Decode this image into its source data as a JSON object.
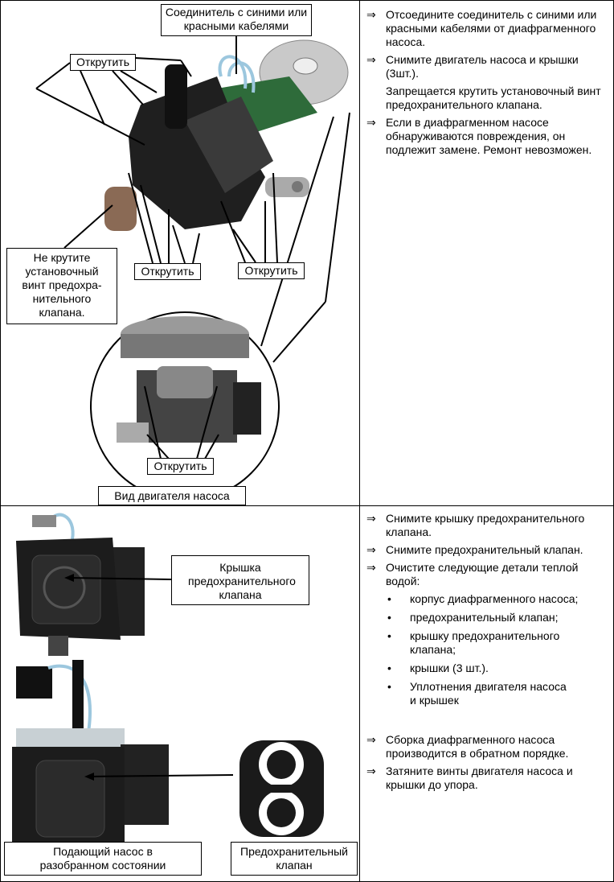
{
  "top": {
    "labels": {
      "connector": "Соединитель с синими или красными кабелями",
      "unscrew_top": "Открутить",
      "dont_turn": "Не крутите установочный винт предохра-нительного клапана.",
      "unscrew_left": "Открутить",
      "unscrew_right": "Открутить",
      "unscrew_motor": "Открутить",
      "motor_view": "Вид двигателя насоса"
    },
    "steps": [
      {
        "icon": "arrow-right-icon",
        "text": "Отсоедините соединитель с синими или красными кабелями от диафрагменного насоса."
      },
      {
        "icon": "arrow-right-icon",
        "text": "Снимите двигатель насоса и крышки (3шт.)."
      }
    ],
    "note": "Запрещается крутить установочный винт предохранительного клапана.",
    "steps2": [
      {
        "icon": "arrow-right-icon",
        "text": "Если в диафрагменном насосе обнаруживаются повреждения, он подлежит замене. Ремонт невозможен."
      }
    ]
  },
  "bottom": {
    "labels": {
      "valve_cover": "Крышка предохранительного клапана",
      "disassembled": "Подающий насос в разобранном состоянии",
      "valve": "Предохранительный клапан"
    },
    "steps": [
      {
        "text": "Снимите крышку предохранительного клапана."
      },
      {
        "text": "Снимите предохранительный клапан."
      },
      {
        "text": "Очистите следующие детали теплой водой:"
      }
    ],
    "bullets": [
      "корпус диафрагменного насоса;",
      "предохранительный клапан;",
      "крышку предохранительного клапана;",
      "крышки (3 шт.).",
      "Уплотнения двигателя насоса и крышек"
    ],
    "steps2": [
      {
        "text": "Сборка диафрагменного насоса производится в обратном порядке."
      },
      {
        "text": "Затяните винты двигателя насоса и крышки до упора."
      }
    ]
  },
  "arrow_glyph": "⇒",
  "bullet_glyph": "•"
}
